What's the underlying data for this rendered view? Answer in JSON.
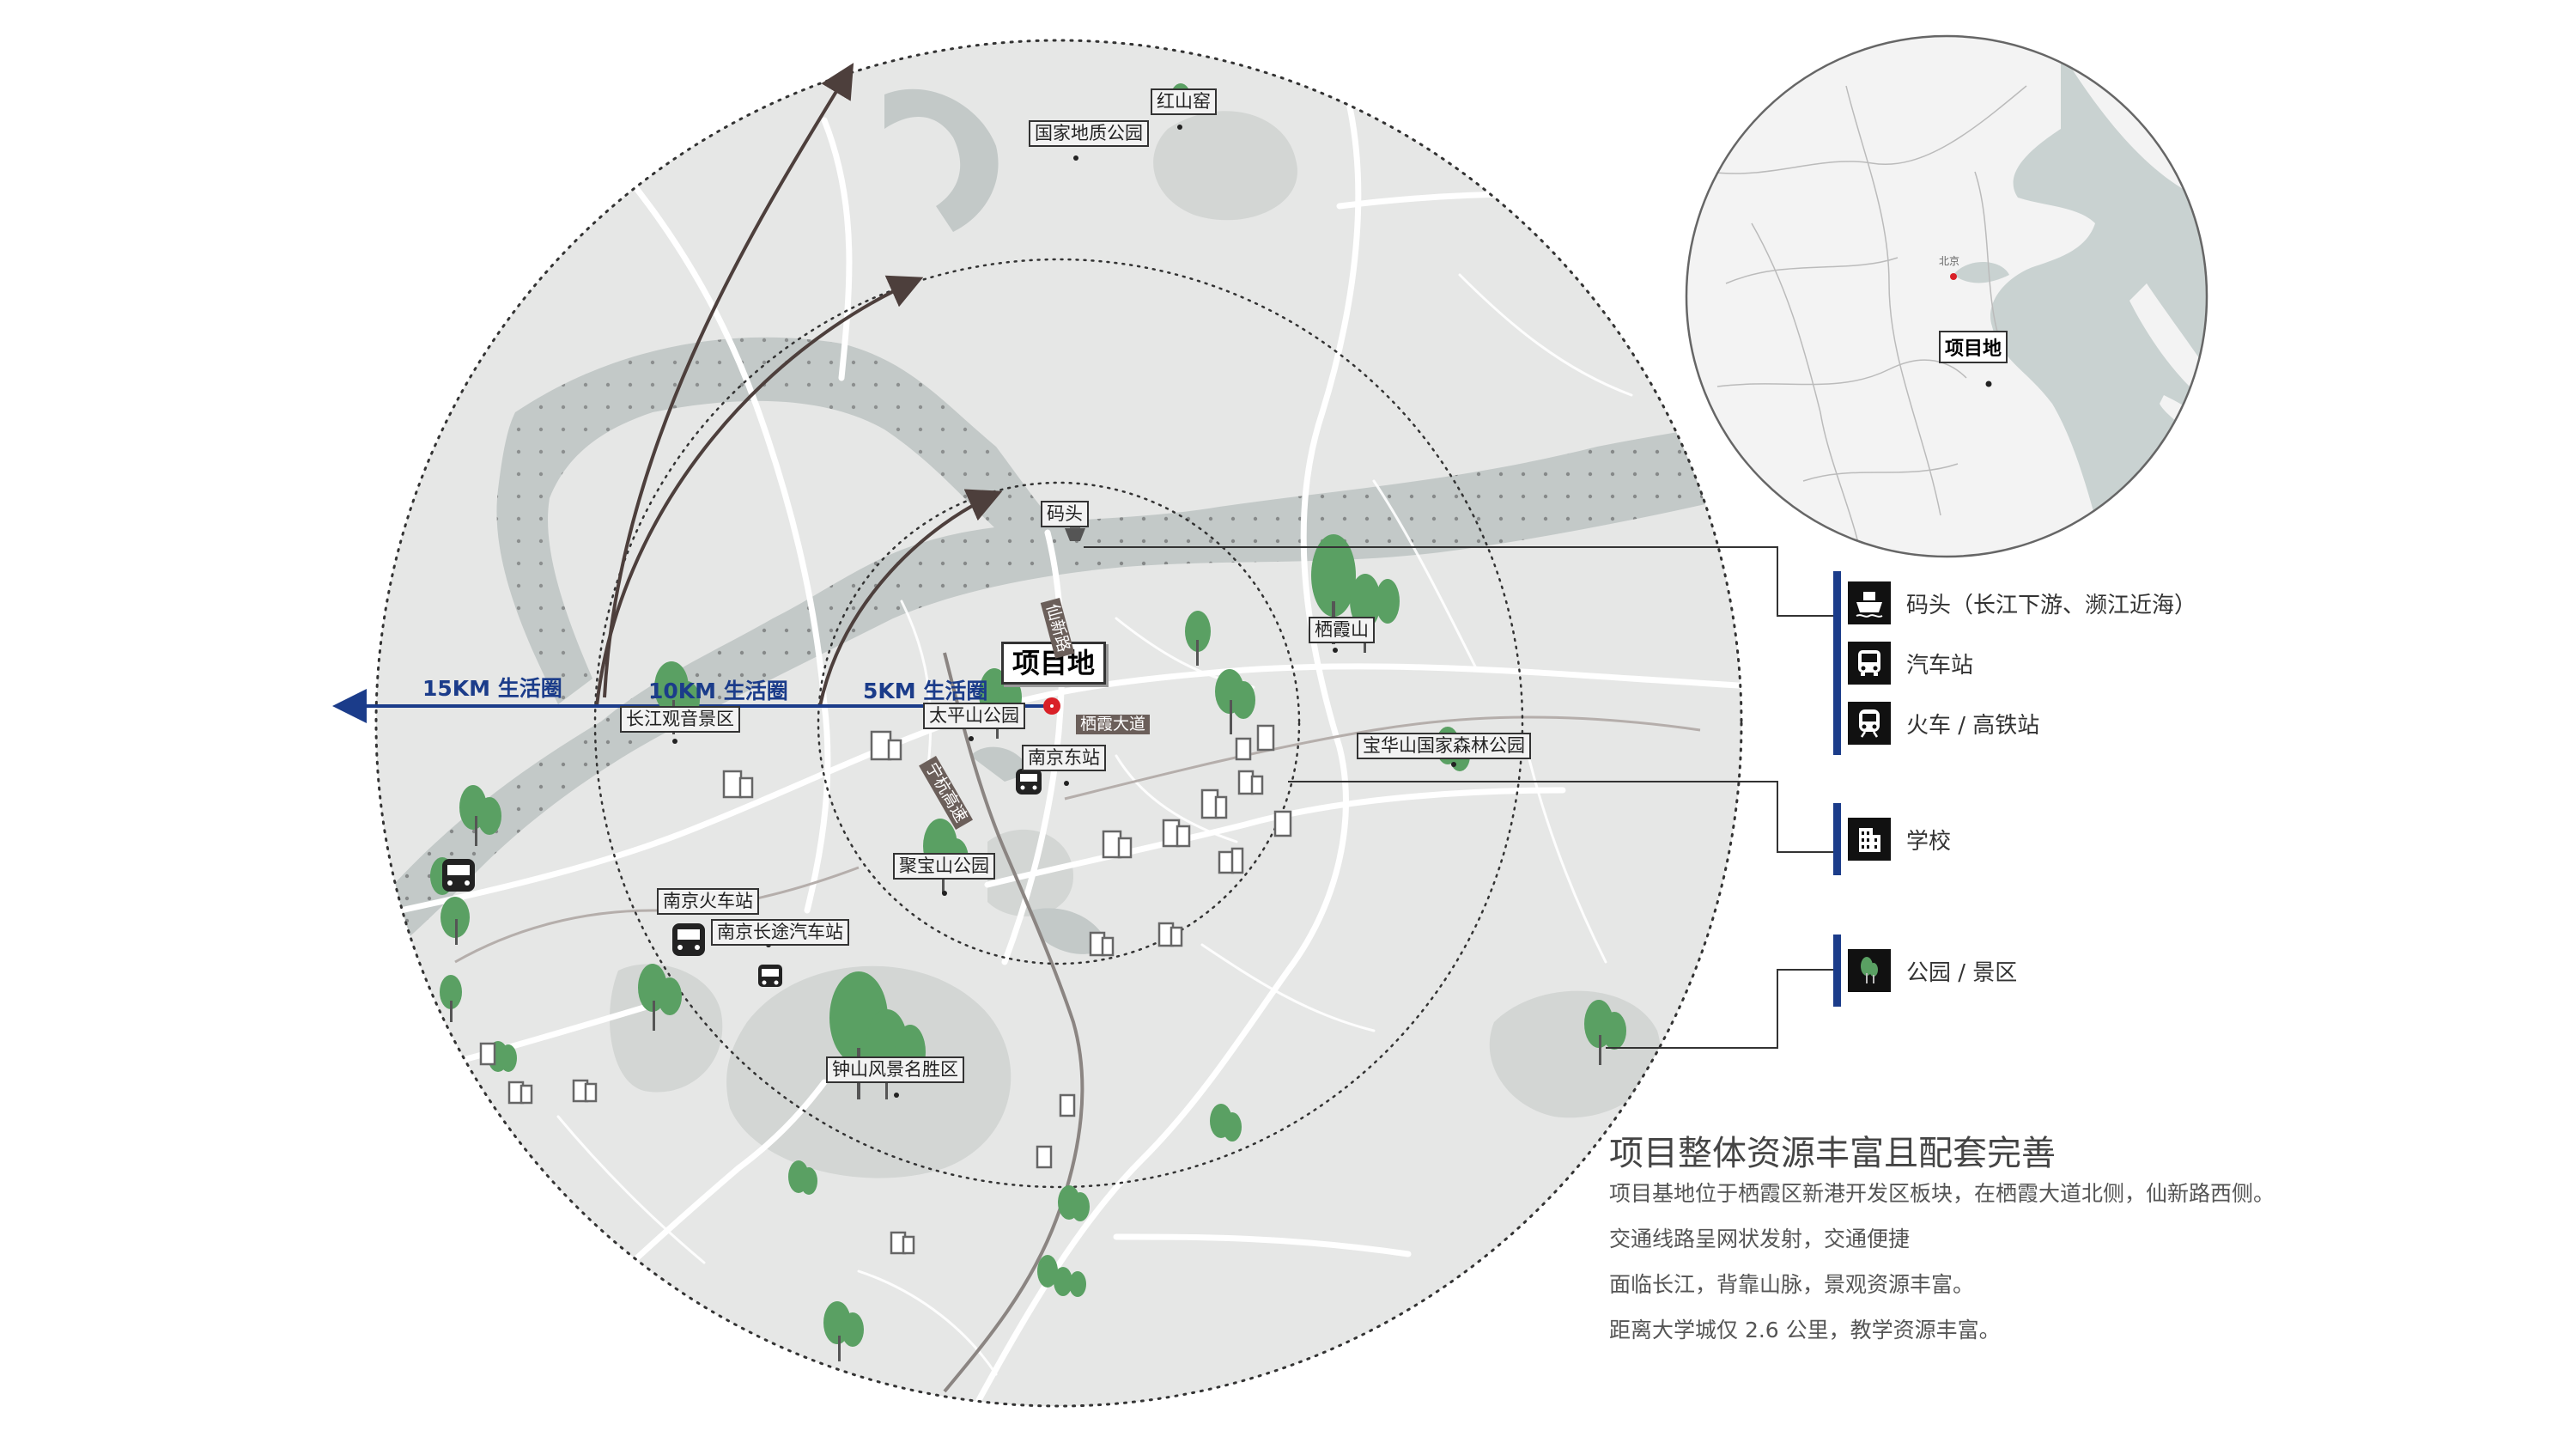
{
  "colors": {
    "map_bg": "#e6e7e6",
    "water": "#c3c9c8",
    "park": "#d3d6d4",
    "tree": "#5aa063",
    "accent_blue": "#1b3c8a",
    "road": "#ffffff",
    "project_dot": "#d92027"
  },
  "map": {
    "places": {
      "honghansi": "红山窑",
      "geopark": "国家地质公园",
      "matou": "码头",
      "qixiashan": "栖霞山",
      "project": "项目地",
      "taipingshan": "太平山公园",
      "changjiang": "长江观音景区",
      "nanjing_east": "南京东站",
      "baohuashan": "宝华山国家森林公园",
      "jubaoshan": "聚宝山公园",
      "nanjing_station": "南京火车站",
      "nanjing_bus": "南京长途汽车站",
      "zhongshan": "钟山风景名胜区"
    },
    "roads": {
      "xianxin": "仙新路",
      "qixia_avenue": "栖霞大道",
      "ninghang": "宁杭高速"
    },
    "rings": {
      "r15": "15KM 生活圈",
      "r10": "10KM 生活圈",
      "r5": "5KM 生活圈"
    }
  },
  "inset": {
    "beijing": "北京",
    "project": "项目地"
  },
  "legend": {
    "items": [
      {
        "icon": "ship-icon",
        "label": "码头（长江下游、濒江近海）"
      },
      {
        "icon": "bus-icon",
        "label": "汽车站"
      },
      {
        "icon": "train-icon",
        "label": "火车 / 高铁站"
      },
      {
        "icon": "school-icon",
        "label": "学校"
      },
      {
        "icon": "tree-icon",
        "label": "公园 / 景区"
      }
    ]
  },
  "summary": {
    "title": "项目整体资源丰富且配套完善",
    "lines": [
      "项目基地位于栖霞区新港开发区板块，在栖霞大道北侧，仙新路西侧。",
      "交通线路呈网状发射，交通便捷",
      "面临长江，背靠山脉，景观资源丰富。",
      "距离大学城仅 2.6 公里，教学资源丰富。"
    ]
  }
}
